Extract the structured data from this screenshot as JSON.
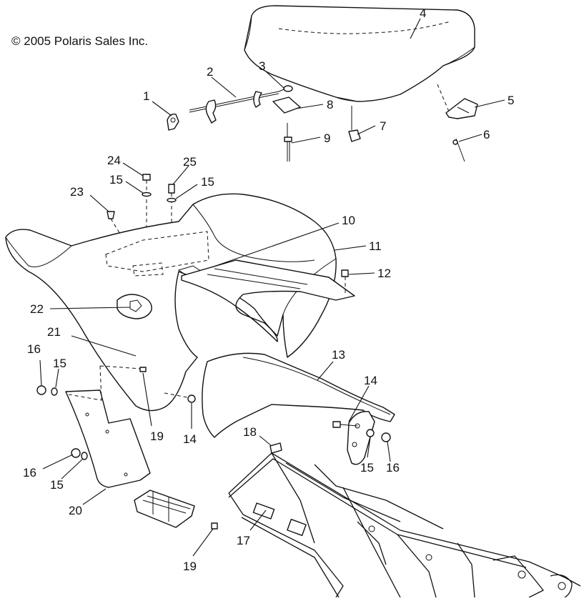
{
  "copyright": "© 2005 Polaris Sales Inc.",
  "callouts": [
    {
      "id": "c1",
      "label": "1"
    },
    {
      "id": "c2",
      "label": "2"
    },
    {
      "id": "c3",
      "label": "3"
    },
    {
      "id": "c4",
      "label": "4"
    },
    {
      "id": "c5",
      "label": "5"
    },
    {
      "id": "c6",
      "label": "6"
    },
    {
      "id": "c7",
      "label": "7"
    },
    {
      "id": "c8",
      "label": "8"
    },
    {
      "id": "c9",
      "label": "9"
    },
    {
      "id": "c10",
      "label": "10"
    },
    {
      "id": "c11",
      "label": "11"
    },
    {
      "id": "c12",
      "label": "12"
    },
    {
      "id": "c13",
      "label": "13"
    },
    {
      "id": "c14a",
      "label": "14"
    },
    {
      "id": "c14b",
      "label": "14"
    },
    {
      "id": "c15a",
      "label": "15"
    },
    {
      "id": "c15b",
      "label": "15"
    },
    {
      "id": "c15c",
      "label": "15"
    },
    {
      "id": "c15d",
      "label": "15"
    },
    {
      "id": "c15e",
      "label": "15"
    },
    {
      "id": "c16a",
      "label": "16"
    },
    {
      "id": "c16b",
      "label": "16"
    },
    {
      "id": "c16c",
      "label": "16"
    },
    {
      "id": "c17",
      "label": "17"
    },
    {
      "id": "c18",
      "label": "18"
    },
    {
      "id": "c19a",
      "label": "19"
    },
    {
      "id": "c19b",
      "label": "19"
    },
    {
      "id": "c20",
      "label": "20"
    },
    {
      "id": "c21",
      "label": "21"
    },
    {
      "id": "c22",
      "label": "22"
    },
    {
      "id": "c23",
      "label": "23"
    },
    {
      "id": "c24",
      "label": "24"
    },
    {
      "id": "c25",
      "label": "25"
    }
  ]
}
